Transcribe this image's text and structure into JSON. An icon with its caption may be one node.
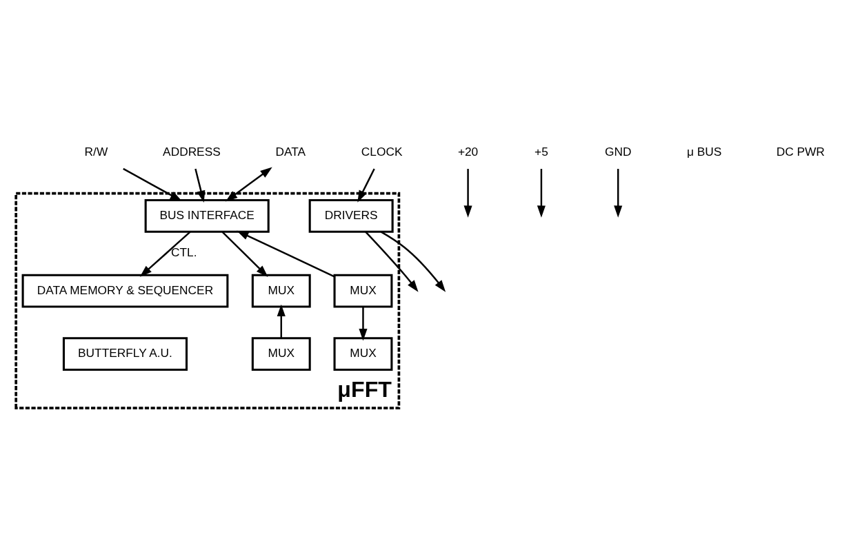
{
  "diagram": {
    "nodes": [
      {
        "text": [
          "μFFT"
        ]
      },
      {
        "text": [
          "BUS INTERFACE"
        ],
        "in": 0
      },
      {
        "text": [
          "MUX"
        ],
        "in": 0
      },
      {
        "text": [
          "DATA MEMORY & SEQUENCER"
        ],
        "in": 0
      },
      {
        "text": [
          "MUX"
        ],
        "in": 0
      },
      {
        "text": [
          "MUX"
        ],
        "in": 0
      },
      {
        "text": [
          "BUTTERFLY A.U."
        ],
        "in": 0
      },
      {
        "text": [
          "MUX"
        ],
        "in": 0
      },
      {
        "text": [
          "DRIVERS"
        ],
        "in": 0
      },
      {
        "text": [
          "R/W"
        ]
      },
      {
        "text": [
          "ADDRESS"
        ]
      },
      {
        "text": [
          "DATA"
        ]
      },
      {
        "text": [
          "+20"
        ]
      },
      {
        "text": [
          "+5"
        ]
      },
      {
        "text": [
          "GND"
        ]
      },
      {
        "text": [
          "CLOCK"
        ]
      }
    ],
    "edges": [
      {
        "from": 9,
        "to": 1,
        "arrow": "to"
      },
      {
        "from": 10,
        "to": 1,
        "arrow": "to"
      },
      {
        "from": 11,
        "to": 1,
        "arrow": "both"
      },
      {
        "from": 2,
        "to": 1,
        "arrow": "to"
      },
      {
        "from": 1,
        "to": 3,
        "arrow": "to",
        "label": "CTL."
      },
      {
        "from": 1,
        "to": 4,
        "arrow": "to"
      },
      {
        "from": 7,
        "to": 4,
        "arrow": "to"
      },
      {
        "from": 2,
        "to": 5,
        "arrow": "to"
      },
      {
        "from": 12,
        "to": null,
        "arrow": "to"
      },
      {
        "from": 13,
        "to": null,
        "arrow": "to"
      },
      {
        "from": 14,
        "to": null,
        "arrow": "to"
      },
      {
        "from": 15,
        "to": 8,
        "arrow": "to"
      },
      {
        "from": 8,
        "to": null,
        "arrow": "to"
      },
      {
        "from": 8,
        "to": null,
        "arrow": "to"
      }
    ],
    "labels": [
      "μ BUS",
      "DC PWR"
    ]
  }
}
